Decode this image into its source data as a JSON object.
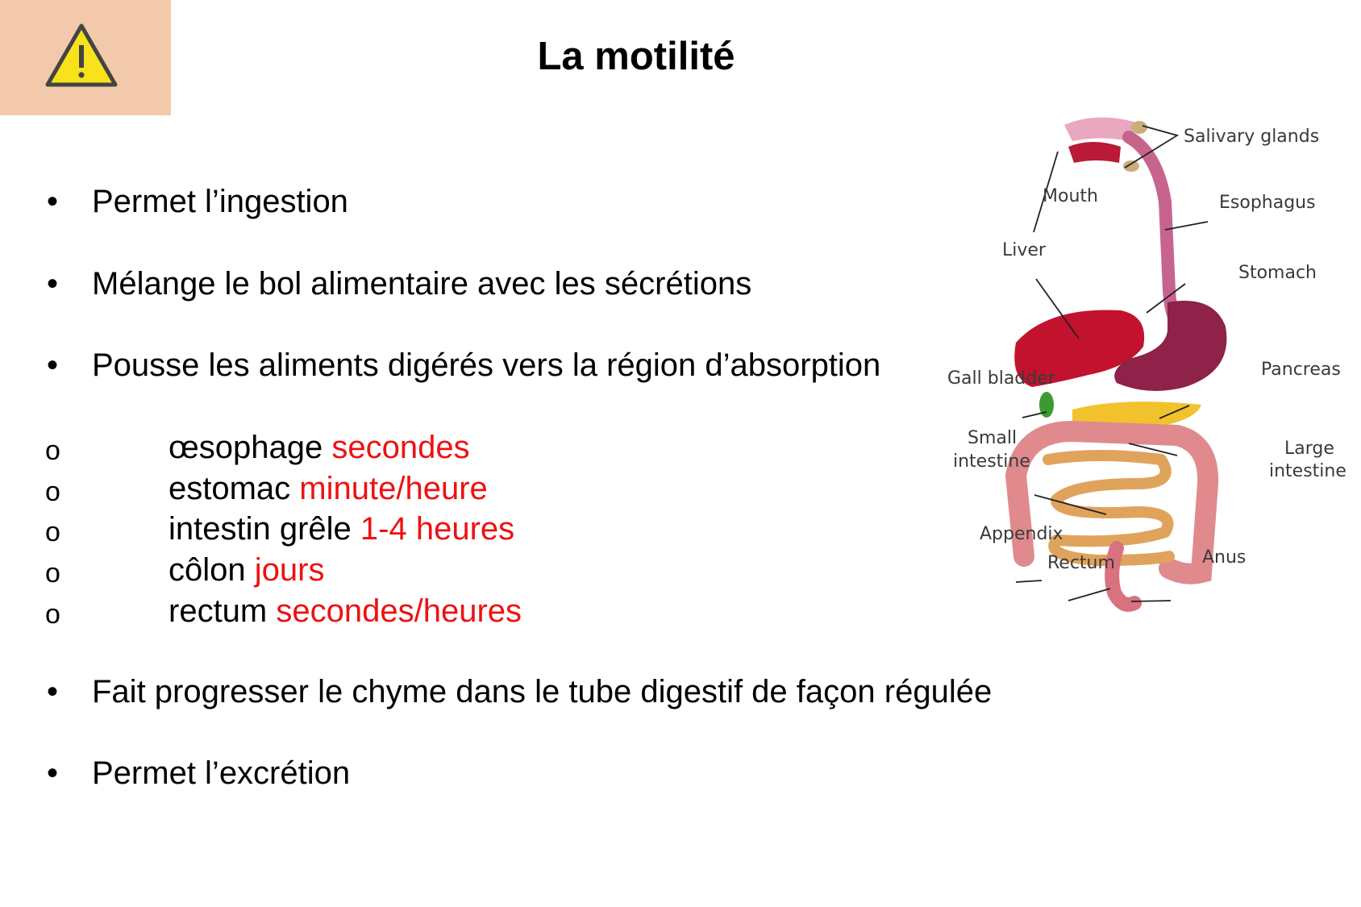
{
  "slide": {
    "title": "La motilité",
    "bullets": [
      "Permet l’ingestion",
      "Mélange le bol alimentaire avec les sécrétions",
      "Pousse les aliments digérés vers la région d’absorption"
    ],
    "sub_bullets": [
      {
        "organ": "œsophage",
        "time": "secondes"
      },
      {
        "organ": "estomac",
        "time": "minute/heure"
      },
      {
        "organ": "intestin grêle",
        "time": "1-4 heures"
      },
      {
        "organ": "côlon",
        "time": "jours"
      },
      {
        "organ": "rectum",
        "time": "secondes/heures"
      }
    ],
    "bullets_after": [
      "Fait progresser le chyme dans le tube digestif de façon régulée",
      "Permet l’excrétion"
    ],
    "bullet_symbol": "•",
    "sub_bullet_symbol": "o",
    "accent_color": "#ee1111",
    "warning_box_color": "#f2c9aa",
    "warning_icon": "warning-triangle-icon"
  },
  "diagram": {
    "labels": {
      "salivary_glands": "Salivary glands",
      "mouth": "Mouth",
      "esophagus": "Esophagus",
      "liver": "Liver",
      "stomach": "Stomach",
      "gall_bladder": "Gall bladder",
      "pancreas": "Pancreas",
      "small_intestine_1": "Small",
      "small_intestine_2": "intestine",
      "large_intestine_1": "Large",
      "large_intestine_2": "intestine",
      "appendix": "Appendix",
      "rectum": "Rectum",
      "anus": "Anus"
    }
  }
}
